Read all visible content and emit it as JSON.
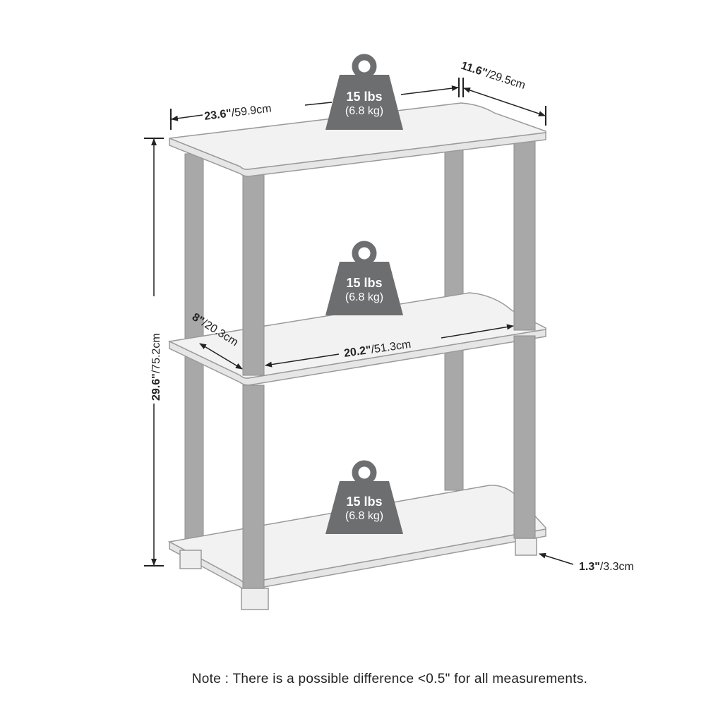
{
  "dimensions": {
    "width": {
      "imperial": "23.6\"",
      "metric": "/59.9cm"
    },
    "depth": {
      "imperial": "11.6\"",
      "metric": "/29.5cm"
    },
    "height": {
      "imperial": "29.6\"",
      "metric": "/75.2cm"
    },
    "inner_depth": {
      "imperial": "8\"",
      "metric": "/20.3cm"
    },
    "inner_width": {
      "imperial": "20.2\"",
      "metric": "/51.3cm"
    },
    "foot_height": {
      "imperial": "1.3\"",
      "metric": "/3.3cm"
    }
  },
  "weights": [
    {
      "lbs": "15 lbs",
      "kg": "(6.8 kg)"
    },
    {
      "lbs": "15 lbs",
      "kg": "(6.8 kg)"
    },
    {
      "lbs": "15 lbs",
      "kg": "(6.8 kg)"
    }
  ],
  "note": "Note : There is a possible difference <0.5\" for all measurements.",
  "colors": {
    "shelf_fill": "#f2f2f2",
    "shelf_stroke": "#9a9a9a",
    "post_fill": "#a8a8a8",
    "weight_fill": "#6d6e70",
    "line": "#222222"
  }
}
